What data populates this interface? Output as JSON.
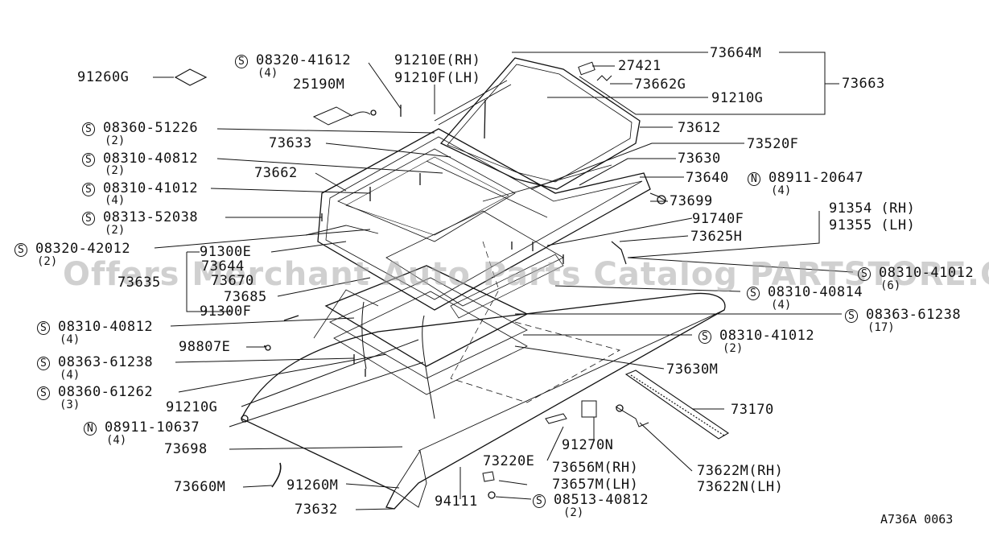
{
  "labels": {
    "p91260G": "91260G",
    "s0832041612": "08320-41612",
    "q4a": "(4)",
    "p25190M": "25190M",
    "p91210E": "91210E(RH)",
    "p91210F": "91210F(LH)",
    "p73664M": "73664M",
    "p27421": "27421",
    "p73663": "73663",
    "p73662G": "73662G",
    "p91210G_top": "91210G",
    "s0836051226": "08360-51226",
    "q2a": "(2)",
    "p73612": "73612",
    "p73633": "73633",
    "p73520F": "73520F",
    "s0831040812a": "08310-40812",
    "q2b": "(2)",
    "p73630": "73630",
    "p73662": "73662",
    "p73640": "73640",
    "n0891120647": "08911-20647",
    "q4b": "(4)",
    "s0831041012a": "08310-41012",
    "q4c": "(4)",
    "p73699": "73699",
    "p91354": "91354 (RH)",
    "s0831352038": "08313-52038",
    "q2c": "(2)",
    "p91740F": "91740F",
    "p91355": "91355 (LH)",
    "p73625H": "73625H",
    "s0832042012": "08320-42012",
    "q2d": "(2)",
    "p91300E": "91300E",
    "p73644": "73644",
    "s0831041012b": "08310-41012",
    "q6": "(6)",
    "p73685": "73685",
    "s0831040814": "08310-40814",
    "q4d": "(4)",
    "p91300F": "91300F",
    "s0836361238a": "08363-61238",
    "q17": "(17)",
    "s0831040812b": "08310-40812",
    "q4e": "(4)",
    "s0831041012c": "08310-41012",
    "q2e": "(2)",
    "p98807E": "98807E",
    "s0836361238b": "08363-61238",
    "q4f": "(4)",
    "p73630M": "73630M",
    "s0836061262": "08360-61262",
    "q3": "(3)",
    "p73170": "73170",
    "p91210G_bot": "91210G",
    "n0891110637": "08911-10637",
    "q4g": "(4)",
    "p91270N": "91270N",
    "p73698": "73698",
    "p73220E": "73220E",
    "p73656M": "73656M(RH)",
    "p73622M": "73622M(RH)",
    "p73660M": "73660M",
    "p91260M": "91260M",
    "p73657M": "73657M(LH)",
    "p73622N": "73622N(LH)",
    "p73632": "73632",
    "p94111": "94111",
    "s0851340812": "08513-40812",
    "q2f": "(2)",
    "p73635": "73635",
    "p73670": "73670"
  },
  "symbols": {
    "screw": "S",
    "nut": "N"
  },
  "watermark": "Offers Merchant Auto Parts Catalog PARTSTORE.CA",
  "diagram_code": "A736A 0063"
}
